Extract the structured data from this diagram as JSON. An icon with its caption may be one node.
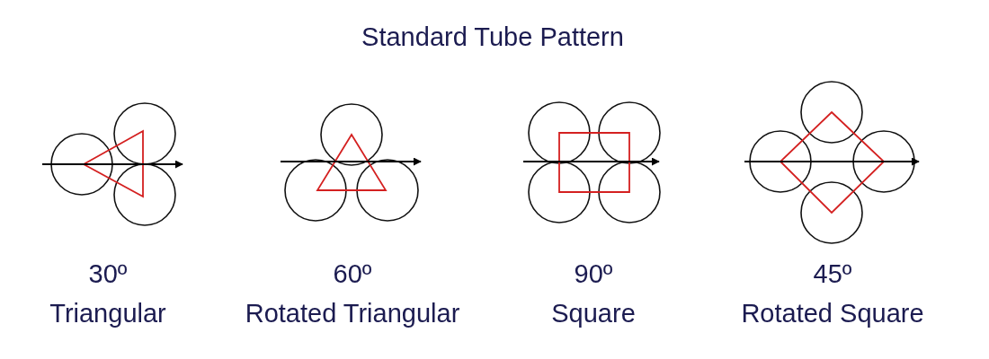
{
  "diagram": {
    "title": "Standard Tube Pattern",
    "labels": [
      "30º",
      "Triangular",
      "60º",
      "Rotated Triangular",
      "90º",
      "Square",
      "45º",
      "Rotated Square"
    ]
  }
}
